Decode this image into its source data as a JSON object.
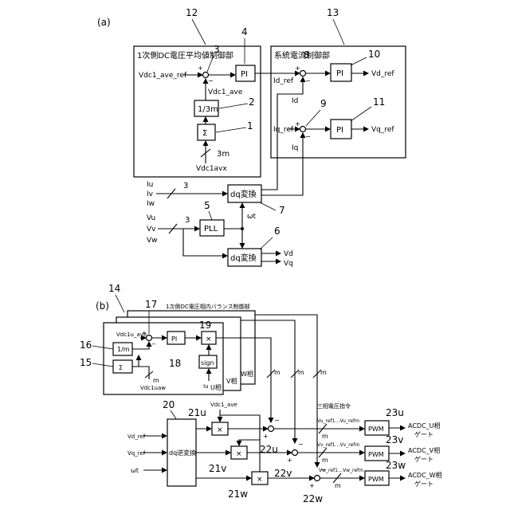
{
  "a": {
    "fig_label": "(a)",
    "ref": {
      "r12": "12",
      "r13": "13",
      "r4": "4",
      "r3": "3",
      "r2": "2",
      "r1": "1",
      "r8": "8",
      "r10": "10",
      "r9": "9",
      "r11": "11",
      "r7": "7",
      "r5": "5",
      "r6": "6",
      "n3a": "3",
      "n3b": "3"
    },
    "title_left": "1次側DC電圧平均値制御部",
    "title_right": "系統電流制御部",
    "pi": "PI",
    "div": "1/3m",
    "sum": "Σ",
    "dq": "dq変換",
    "pll": "PLL",
    "vdc_ave_ref": "Vdc1_ave_ref",
    "vdc_ave": "Vdc1_ave",
    "three_m": "3m",
    "vdc1avx": "Vdc1avx",
    "id_ref": "Id_ref",
    "id": "Id",
    "iq_ref": "Iq_ref",
    "iq": "Iq",
    "vd_ref": "Vd_ref",
    "vq_ref": "Vq_ref",
    "iu": "Iu",
    "iv": "Iv",
    "iw": "Iw",
    "vu": "Vu",
    "vv": "Vv",
    "vw": "Vw",
    "wt": "ωt",
    "vd": "Vd",
    "vq": "Vq",
    "plus": "+",
    "minus": "−"
  },
  "b": {
    "fig_label": "(b)",
    "ref": {
      "r14": "14",
      "r17": "17",
      "r16": "16",
      "r15": "15",
      "r19": "19",
      "r18": "18",
      "r20": "20",
      "r21u": "21u",
      "r21v": "21v",
      "r21w": "21w",
      "r22u": "22u",
      "r22v": "22v",
      "r22w": "22w",
      "r23u": "23u",
      "r23v": "23v",
      "r23w": "23w"
    },
    "balance_title": "1次側DC電圧相内バランス制御部",
    "vdc1u_ave": "Vdc1u_ave",
    "vdc1uaw": "Vdc1uaw",
    "one_m": "1/m",
    "sum": "Σ",
    "m": "m",
    "pi": "PI",
    "times": "×",
    "sign": "sign",
    "iu": "Iu",
    "u_phase": "U相",
    "v_phase": "V相",
    "w_phase": "W相",
    "vd_ref": "Vd_ref",
    "vq_ref": "Vq_ref",
    "wt": "ωt",
    "dq_inv": "dq逆変換",
    "vdc1_ave": "Vdc1_ave",
    "cmd_title": "三相電圧指令",
    "cmd_u": "Vu_ref1…Vu_refm",
    "cmd_v": "Vv_ref1…Vv_refm",
    "cmd_w": "Vw_ref1…Vw_refm",
    "pwm": "PWM",
    "gate_u": "ACDC_U相",
    "gate_v": "ACDC_V相",
    "gate_w": "ACDC_W相",
    "gate": "ゲート",
    "plus": "+",
    "minus": "−"
  }
}
